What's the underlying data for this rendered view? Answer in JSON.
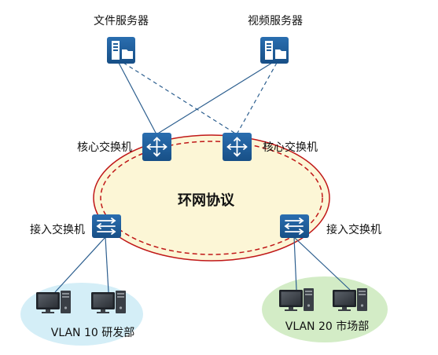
{
  "servers": {
    "file": "文件服务器",
    "video": "视频服务器"
  },
  "core_switches": {
    "left": "核心交换机",
    "right": "核心交换机"
  },
  "ring": {
    "label": "环网协议"
  },
  "access_switches": {
    "left": "接入交换机",
    "right": "接入交换机"
  },
  "vlans": {
    "left": "VLAN 10 研发部",
    "right": "VLAN 20 市场部"
  },
  "colors": {
    "device_blue": "#1f5d99",
    "link_blue": "#2d5f8f",
    "ring_fill": "#fcf6d6",
    "ring_red": "#c01818",
    "vlan_left_fill": "#d4eef7",
    "vlan_right_fill": "#d3ecc6"
  }
}
